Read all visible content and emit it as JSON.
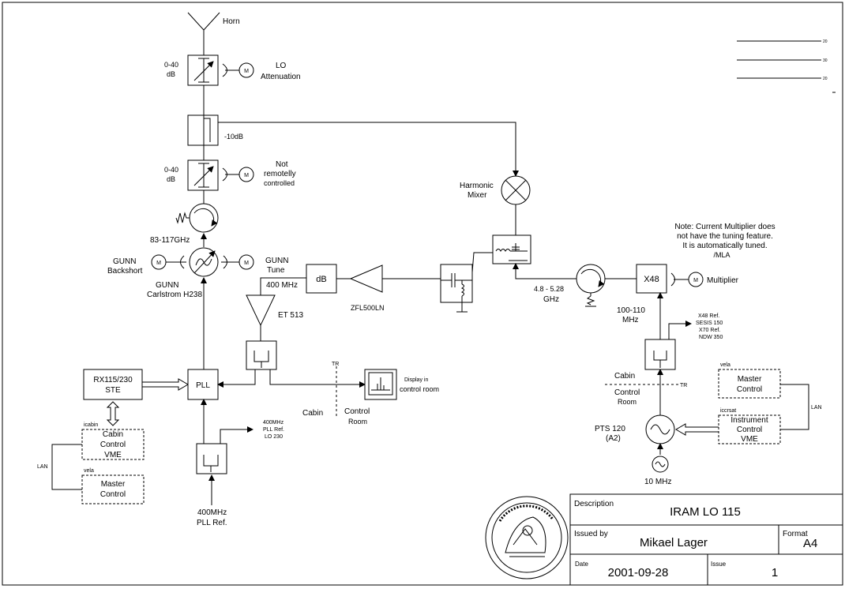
{
  "labels": {
    "horn": "Horn",
    "att1_range_top": "0-40",
    "att1_range_bot": "dB",
    "lo_att_1": "LO",
    "lo_att_2": "Attenuation",
    "coupler": "-10dB",
    "att2_range_top": "0-40",
    "att2_range_bot": "dB",
    "not_remote_1": "Not",
    "not_remote_2": "remotelly",
    "not_remote_3": "controlled",
    "freq_range": "83-117GHz",
    "gunn_backshort_1": "GUNN",
    "gunn_backshort_2": "Backshort",
    "gunn_tune_1": "GUNN",
    "gunn_tune_2": "Tune",
    "gunn_name_1": "GUNN",
    "gunn_name_2": "Carlstrom H238",
    "mhz400": "400 MHz",
    "db_box": "dB",
    "zfl": "ZFL500LN",
    "et513": "ET 513",
    "harmonic_1": "Harmonic",
    "harmonic_2": "Mixer",
    "note_1": "Note: Current Multiplier does",
    "note_2": "not have the tuning feature.",
    "note_3": "It is automatically tuned.",
    "note_4": "/MLA",
    "x48": "X48",
    "multiplier": "Multiplier",
    "ghz_1": "4.8 - 5.28",
    "ghz_2": "GHz",
    "mhz_range_1": "100-110",
    "mhz_range_2": "MHz",
    "x48_ref_1": "X48 Ref.",
    "x48_ref_2": "SESIS 150",
    "x48_ref_3": "X70 Ref.",
    "x48_ref_4": "NDW 350",
    "rx_1": "RX115/230",
    "rx_2": "STE",
    "pll": "PLL",
    "display_1": "Display in",
    "display_2": "control room",
    "tr_left": "TR",
    "cabin_left": "Cabin",
    "control_room_left_1": "Control",
    "control_room_left_2": "Room",
    "cabin_vme_tag": "icabin",
    "cabin_vme_1": "Cabin",
    "cabin_vme_2": "Control",
    "cabin_vme_3": "VME",
    "lan_left": "LAN",
    "master_left_tag": "vela",
    "master_left_1": "Master",
    "master_left_2": "Control",
    "pll_ref_small_1": "400MHz",
    "pll_ref_small_2": "PLL Ref.",
    "pll_ref_small_3": "LO 230",
    "pll_ref_1": "400MHz",
    "pll_ref_2": "PLL Ref.",
    "cabin_right": "Cabin",
    "control_room_right_1": "Control",
    "control_room_right_2": "Room",
    "tr_right": "TR",
    "master_right_tag": "vela",
    "master_right_1": "Master",
    "master_right_2": "Control",
    "lan_right": "LAN",
    "instrument_tag": "iccrsat",
    "instrument_1": "Instrument",
    "instrument_2": "Control",
    "instrument_3": "VME",
    "pts_1": "PTS 120",
    "pts_2": "(A2)",
    "mhz10": "10 MHz",
    "scale_1": "20",
    "scale_2": "30",
    "scale_3": "20",
    "motor": "M"
  },
  "title_block": {
    "description_label": "Description",
    "description_value": "IRAM LO 115",
    "issued_label": "Issued by",
    "issued_value": "Mikael Lager",
    "format_label": "Format",
    "format_value": "A4",
    "date_label": "Date",
    "date_value": "2001-09-28",
    "issue_label": "Issue",
    "issue_value": "1"
  }
}
